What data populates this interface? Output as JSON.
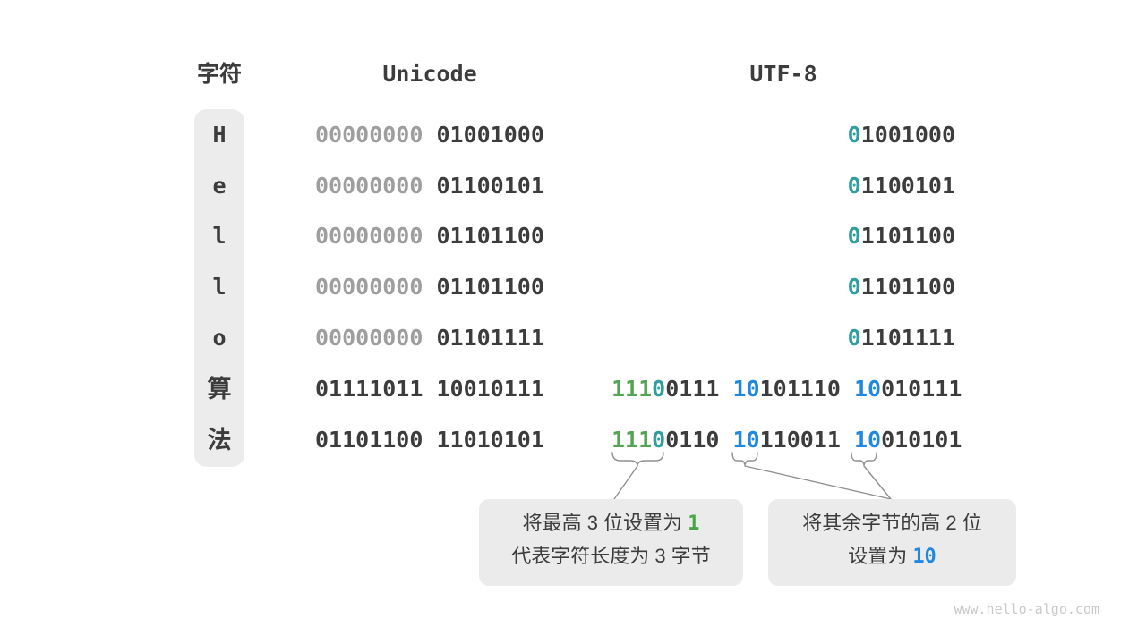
{
  "headers": {
    "char": "字符",
    "unicode": "Unicode",
    "utf8": "UTF-8"
  },
  "table": {
    "rows": [
      {
        "char": "H",
        "unicode": [
          {
            "t": "00000000",
            "c": "muted"
          },
          {
            "t": " 01001000",
            "c": "dark"
          }
        ],
        "utf8": [
          {
            "t": "0",
            "c": "teal"
          },
          {
            "t": "1001000",
            "c": "dark"
          }
        ]
      },
      {
        "char": "e",
        "unicode": [
          {
            "t": "00000000",
            "c": "muted"
          },
          {
            "t": " 01100101",
            "c": "dark"
          }
        ],
        "utf8": [
          {
            "t": "0",
            "c": "teal"
          },
          {
            "t": "1100101",
            "c": "dark"
          }
        ]
      },
      {
        "char": "l",
        "unicode": [
          {
            "t": "00000000",
            "c": "muted"
          },
          {
            "t": " 01101100",
            "c": "dark"
          }
        ],
        "utf8": [
          {
            "t": "0",
            "c": "teal"
          },
          {
            "t": "1101100",
            "c": "dark"
          }
        ]
      },
      {
        "char": "l",
        "unicode": [
          {
            "t": "00000000",
            "c": "muted"
          },
          {
            "t": " 01101100",
            "c": "dark"
          }
        ],
        "utf8": [
          {
            "t": "0",
            "c": "teal"
          },
          {
            "t": "1101100",
            "c": "dark"
          }
        ]
      },
      {
        "char": "o",
        "unicode": [
          {
            "t": "00000000",
            "c": "muted"
          },
          {
            "t": " 01101111",
            "c": "dark"
          }
        ],
        "utf8": [
          {
            "t": "0",
            "c": "teal"
          },
          {
            "t": "1101111",
            "c": "dark"
          }
        ]
      },
      {
        "char": "算",
        "unicode": [
          {
            "t": "01111011 10010111",
            "c": "dark"
          }
        ],
        "utf8": [
          {
            "t": "111",
            "c": "green"
          },
          {
            "t": "0",
            "c": "teal"
          },
          {
            "t": "0111 ",
            "c": "dark"
          },
          {
            "t": "10",
            "c": "blue"
          },
          {
            "t": "101110 ",
            "c": "dark"
          },
          {
            "t": "10",
            "c": "blue"
          },
          {
            "t": "010111",
            "c": "dark"
          }
        ]
      },
      {
        "char": "法",
        "unicode": [
          {
            "t": "01101100 11010101",
            "c": "dark"
          }
        ],
        "utf8": [
          {
            "t": "111",
            "c": "green"
          },
          {
            "t": "0",
            "c": "teal"
          },
          {
            "t": "0110 ",
            "c": "dark"
          },
          {
            "t": "10",
            "c": "blue"
          },
          {
            "t": "110011 ",
            "c": "dark"
          },
          {
            "t": "10",
            "c": "blue"
          },
          {
            "t": "010101",
            "c": "dark"
          }
        ]
      }
    ]
  },
  "callouts": {
    "left": {
      "line1": [
        {
          "t": "将最高 3 位设置为 ",
          "c": "dark"
        },
        {
          "t": "1",
          "c": "green"
        }
      ],
      "line2": [
        {
          "t": "代表字符长度为 3 字节",
          "c": "dark"
        }
      ]
    },
    "right": {
      "line1": [
        {
          "t": "将其余字节的高 2 位",
          "c": "dark"
        }
      ],
      "line2": [
        {
          "t": "设置为 ",
          "c": "dark"
        },
        {
          "t": "10",
          "c": "blue"
        }
      ]
    }
  },
  "watermark": "www.hello-algo.com",
  "colors": {
    "bit_dark": "#3c3c3c",
    "bit_muted": "#9e9e9e",
    "bit_green": "#55a355",
    "bit_teal": "#2f9e9e",
    "bit_blue": "#2088e0",
    "callout_green": "#47a747",
    "box_background": "#ebebeb",
    "char_column_background": "#ececec",
    "connector_gray": "#8f8f8f",
    "watermark_gray": "#c9c9c9"
  }
}
